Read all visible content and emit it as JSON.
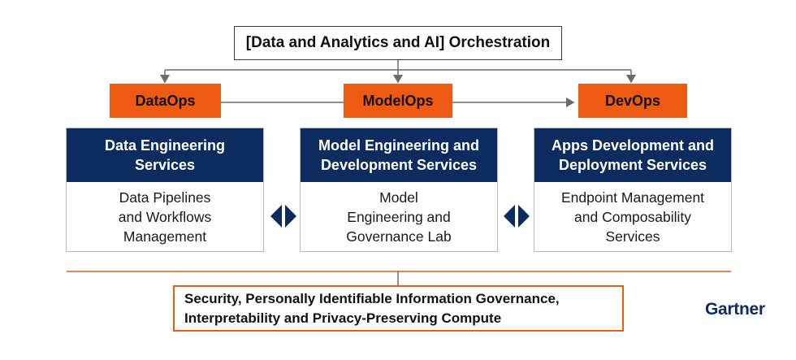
{
  "orchestration": {
    "label": "[Data and Analytics and AI] Orchestration"
  },
  "ops": [
    {
      "label": "DataOps"
    },
    {
      "label": "ModelOps"
    },
    {
      "label": "DevOps"
    }
  ],
  "services": [
    {
      "title": "Data Engineering\nServices",
      "body": "Data Pipelines\nand Workflows\nManagement"
    },
    {
      "title": "Model Engineering and\nDevelopment Services",
      "body": "Model\nEngineering and\nGovernance Lab"
    },
    {
      "title": "Apps Development and\nDeployment Services",
      "body": "Endpoint Management\nand Composability\nServices"
    }
  ],
  "foundation": {
    "label": "Security, Personally Identifiable Information Governance,\nInterpretability and Privacy-Preserving Compute"
  },
  "brand": {
    "name": "Gartner",
    "accent": "#ef5a12",
    "navy": "#0c2b5e"
  }
}
